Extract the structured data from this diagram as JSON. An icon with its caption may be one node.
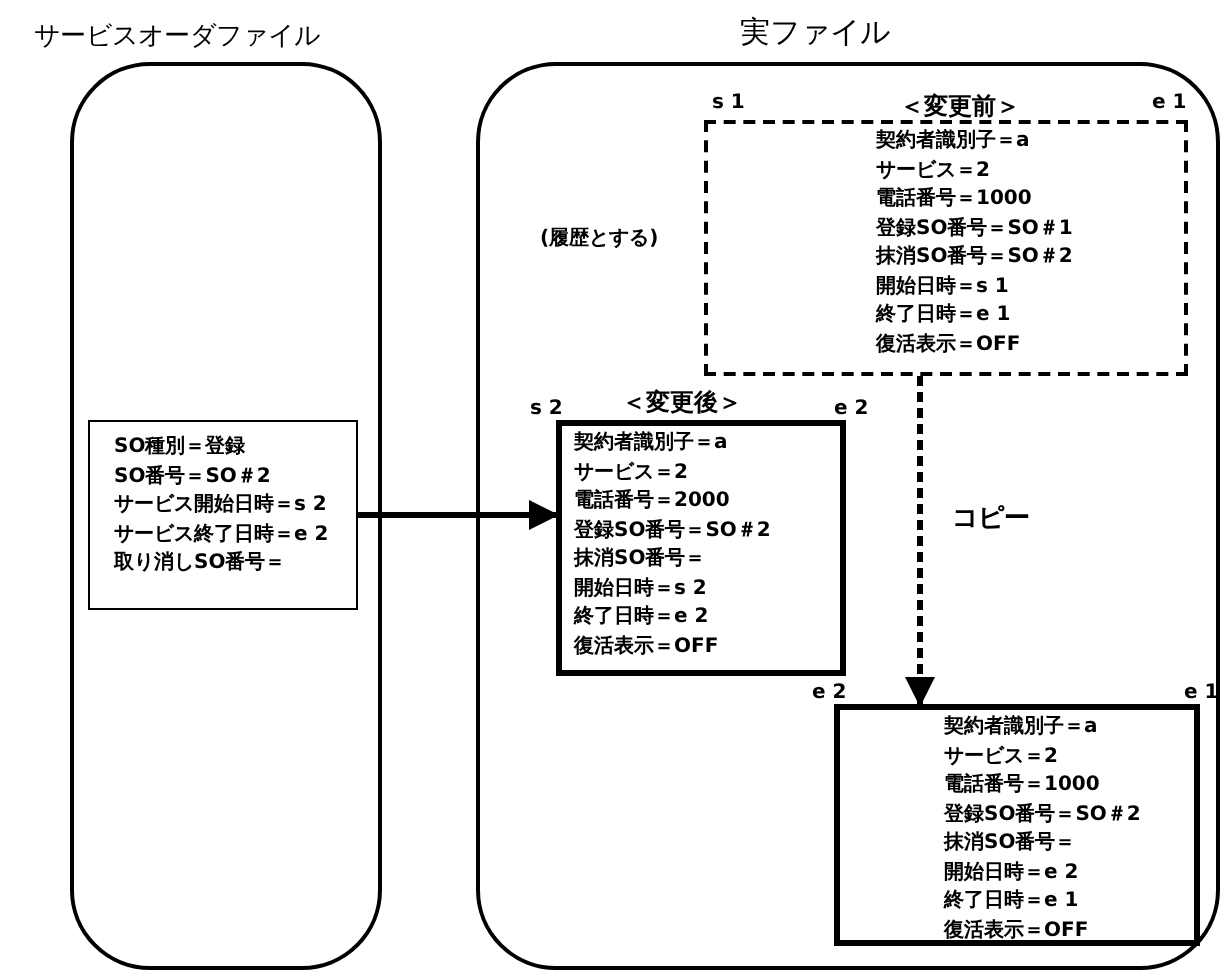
{
  "diagram": {
    "nodes": [
      {
        "text": [
          "サービスオーダファイル"
        ]
      },
      {
        "text": [
          "SO種別＝登録",
          "SO番号＝SO＃2",
          "サービス開始日時＝s 2",
          "サービス終了日時＝e 2",
          "取り消しSO番号＝"
        ],
        "in": 0
      },
      {
        "text": [
          "実ファイル"
        ]
      },
      {
        "text": [
          "＜変更前＞",
          "契約者識別子＝a",
          "サービス＝2",
          "電話番号＝1000",
          "登録SO番号＝SO＃1",
          "抹消SO番号＝SO＃2",
          "開始日時＝s 1",
          "終了日時＝e 1",
          "復活表示＝OFF"
        ],
        "beside": [
          "s 1",
          "e 1",
          "(履歴とする)"
        ],
        "in": 2
      },
      {
        "text": [
          "＜変更後＞",
          "契約者識別子＝a",
          "サービス＝2",
          "電話番号＝2000",
          "登録SO番号＝SO＃2",
          "抹消SO番号＝",
          "開始日時＝s 2",
          "終了日時＝e 2",
          "復活表示＝OFF"
        ],
        "beside": [
          "s 2",
          "e 2"
        ],
        "in": 2
      },
      {
        "text": [
          "契約者識別子＝a",
          "サービス＝2",
          "電話番号＝1000",
          "登録SO番号＝SO＃2",
          "抹消SO番号＝",
          "開始日時＝e 2",
          "終了日時＝e 1",
          "復活表示＝OFF"
        ],
        "beside": [
          "e 2",
          "e 1"
        ],
        "in": 2
      }
    ],
    "edges": [
      {
        "from": 1,
        "to": 4,
        "arrow": "to"
      },
      {
        "from": 3,
        "to": 5,
        "arrow": "to",
        "label": "コピー",
        "style": "dashed"
      }
    ]
  }
}
